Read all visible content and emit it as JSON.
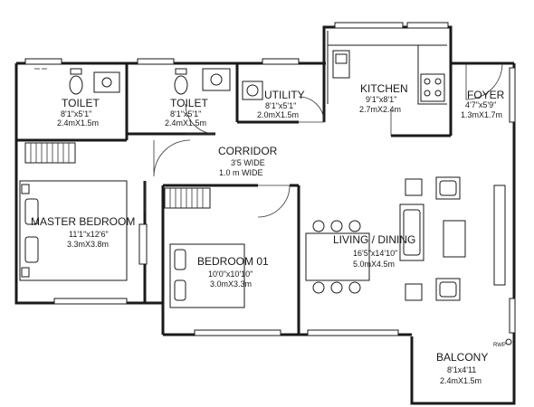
{
  "rooms": {
    "toilet_1": {
      "name": "TOILET",
      "dim_imperial": "8'1\"x5'1\"",
      "dim_metric": "2.4mX1.5m"
    },
    "toilet_2": {
      "name": "TOILET",
      "dim_imperial": "8'1\"x5'1\"",
      "dim_metric": "2.4mX1.5m"
    },
    "utility": {
      "name": "UTILITY",
      "dim_imperial": "8'1\"x5'1\"",
      "dim_metric": "2.0mX1.5m"
    },
    "kitchen": {
      "name": "KITCHEN",
      "dim_imperial": "9'1\"x8'1\"",
      "dim_metric": "2.7mX2.4m"
    },
    "foyer": {
      "name": "FOYER",
      "dim_imperial": "4'7\"x5'9\"",
      "dim_metric": "1.3mX1.7m"
    },
    "corridor": {
      "name": "CORRIDOR",
      "dim_imperial": "3'5 WIDE",
      "dim_metric": "1.0 m WIDE"
    },
    "master_bedroom": {
      "name": "MASTER BEDROOM",
      "dim_imperial": "11'1\"x12'6\"",
      "dim_metric": "3.3mX3.8m"
    },
    "bedroom_01": {
      "name": "BEDROOM 01",
      "dim_imperial": "10'0\"x10'10\"",
      "dim_metric": "3.0mX3.3m"
    },
    "living_dining": {
      "name": "LIVING / DINING",
      "dim_imperial": "16'5\"x14'10\"",
      "dim_metric": "5.0mX4.5m"
    },
    "balcony": {
      "name": "BALCONY",
      "dim_imperial": "8'1x4'11",
      "dim_metric": "2.4mX1.5m"
    }
  },
  "annotations": {
    "rwp": "RWP"
  }
}
